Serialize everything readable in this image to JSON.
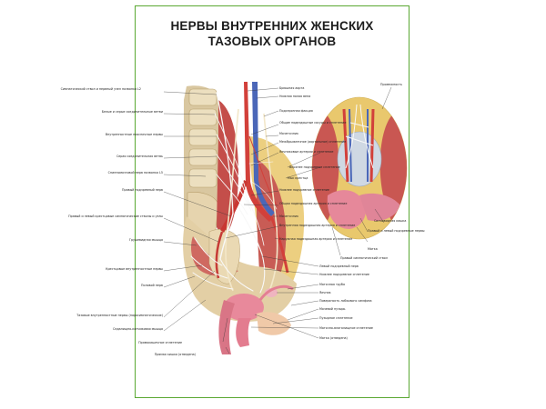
{
  "title": {
    "line1": "НЕРВЫ ВНУТРЕННИХ ЖЕНСКИХ",
    "line2": "ТАЗОВЫХ ОРГАНОВ"
  },
  "colors": {
    "frame": "#5aa832",
    "bone": "#e8d9b6",
    "nerve": "#f4f4f4",
    "artery": "#d2403a",
    "vein": "#4a64b4",
    "muscle": "#c95a5a",
    "organ_pink": "#e7899a",
    "fat": "#e8c869"
  },
  "labels_left": [
    "Симпатический ствол и нервный узел позвонка L2",
    "Белые и серые соединительные ветви",
    "Внутренностные поясничные нервы",
    "Серая соединительная ветвь",
    "Спинномозговой нерв позвонка L5",
    "Правый подчревный нерв",
    "Правый и левый крестцовые симпатические стволы и узлы",
    "Грушевидная мышца",
    "Крестцовые внутренностные нервы",
    "Половой нерв",
    "Тазовые внутренностные нервы (парасимпатические)",
    "Седалищно-копчиковая мышца"
  ],
  "labels_bottom": [
    "Прямокишечное сплетение",
    "Прямая кишка (отведена)"
  ],
  "labels_center": [
    "Брюшная аорта",
    "Нижняя полая вена",
    "Подсерозная фасция",
    "Общие подвздошные сосуды и сплетение",
    "Мочеточник",
    "Межбрыжеечное (аортальное) сплетение",
    "Яичниковые артерии и сплетение",
    "Верхнее подчревное сплетение",
    "Мыс крестца",
    "Нижнее подчревное сплетение",
    "Общая подвздошная артерия и сплетение",
    "Мочеточник",
    "Внутренняя подвздошная артерия и сплетение",
    "Наружная подвздошная артерия и сплетение"
  ],
  "labels_right_lower": [
    "Левый подчревный нерв",
    "Нижнее подчревное сплетение",
    "Маточная труба",
    "Яичник",
    "Поверхность лобкового симфиза",
    "Мочевой пузырь",
    "Пузырное сплетение",
    "Маточно-влагалищное сплетение",
    "Матка (отведена)"
  ],
  "labels_inset": [
    "Промежность",
    "Сигмовидная кишка",
    "Правый и левый подчревные нервы",
    "Матка",
    "Правый симпатический ствол"
  ]
}
